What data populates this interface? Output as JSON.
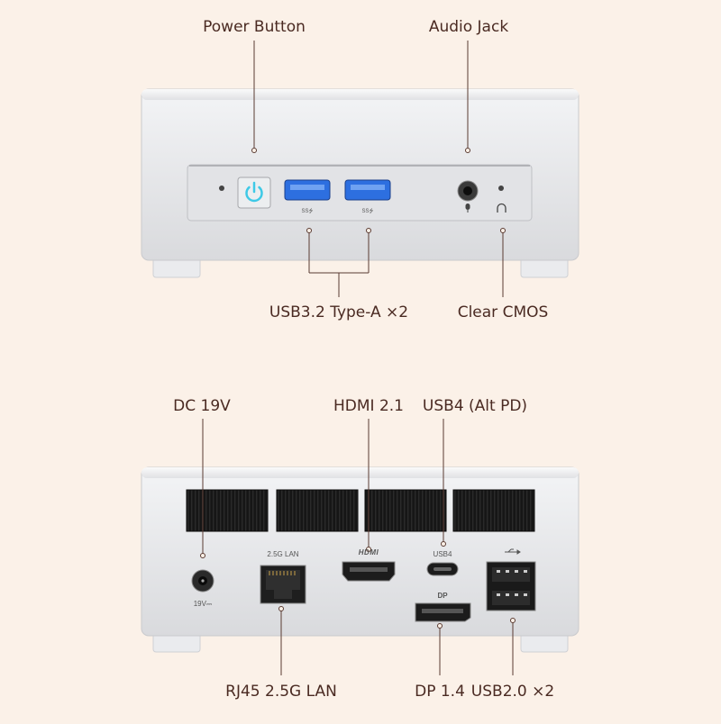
{
  "front_labels": {
    "power_button": "Power Button",
    "audio_jack": "Audio Jack",
    "usb32": "USB3.2 Type-A ×2",
    "clear_cmos": "Clear CMOS"
  },
  "rear_labels": {
    "dc": "DC 19V",
    "hdmi": "HDMI 2.1",
    "usb4": "USB4 (Alt PD)",
    "rj45": "RJ45 2.5G LAN",
    "dp": "DP 1.4",
    "usb20": "USB2.0 ×2"
  },
  "port_markings": {
    "lan": "2.5G LAN",
    "usb4": "USB4",
    "dp": "DP",
    "dc": "19V⎓",
    "ss1": "SS⭍",
    "ss2": "SS⭍",
    "hdmi": "HDMI"
  },
  "colors": {
    "background": "#fbf1e8",
    "chassis": "#e4e5e8",
    "panel": "#dcdde1",
    "power_led": "#3ec9e6",
    "usb_blue": "#2d6fe0",
    "label_text": "#4a2a22",
    "line": "#5a3b32"
  },
  "icons": [
    "power-icon",
    "microphone-icon",
    "headphone-icon",
    "usb-icon"
  ]
}
